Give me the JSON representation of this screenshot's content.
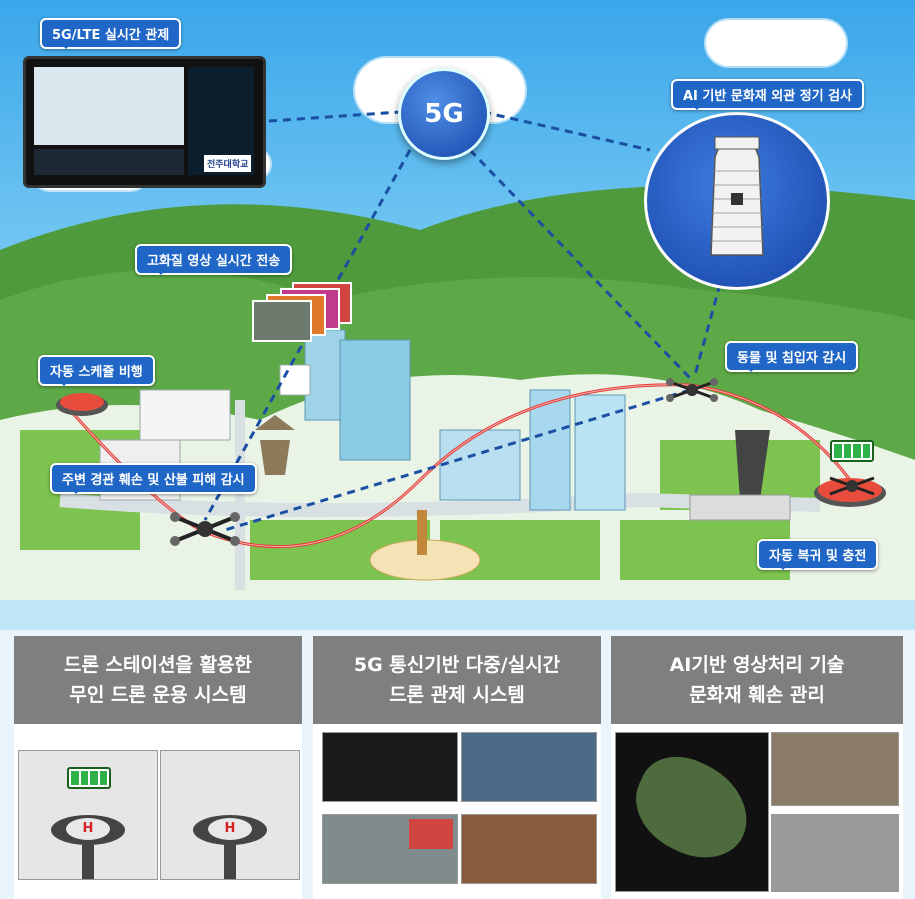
{
  "labels": {
    "lte_control": "5G/LTE 실시간 관제",
    "ai_inspection": "AI 기반 문화재 외관 정기 검사",
    "hd_video": "고화질 영상 실시간 전송",
    "auto_schedule": "자동 스케쥴 비행",
    "animal_intruder": "동물 및 침입자 감시",
    "landscape_damage": "주변 경관 훼손 및 산불 피해 감시",
    "auto_return": "자동 복귀 및 충전"
  },
  "hub": {
    "label": "5G"
  },
  "monitor": {
    "university": "전주대학교"
  },
  "panels": [
    {
      "line1": "드론 스테이션을 활용한",
      "line2": "무인 드론 운용 시스템"
    },
    {
      "line1": "5G 통신기반 다중/실시간",
      "line2": "드론 관제 시스템"
    },
    {
      "line1": "AI기반 영상처리 기술",
      "line2": "문화재 훼손 관리"
    }
  ],
  "pad_letter": "H",
  "colors": {
    "label_bg": "#1f66c6",
    "hub": "#1f55c0",
    "panel_head": "#7f7f7f",
    "link": "#1a4fa3",
    "flight_path": "#e53935",
    "grass": "#7cc44f"
  }
}
